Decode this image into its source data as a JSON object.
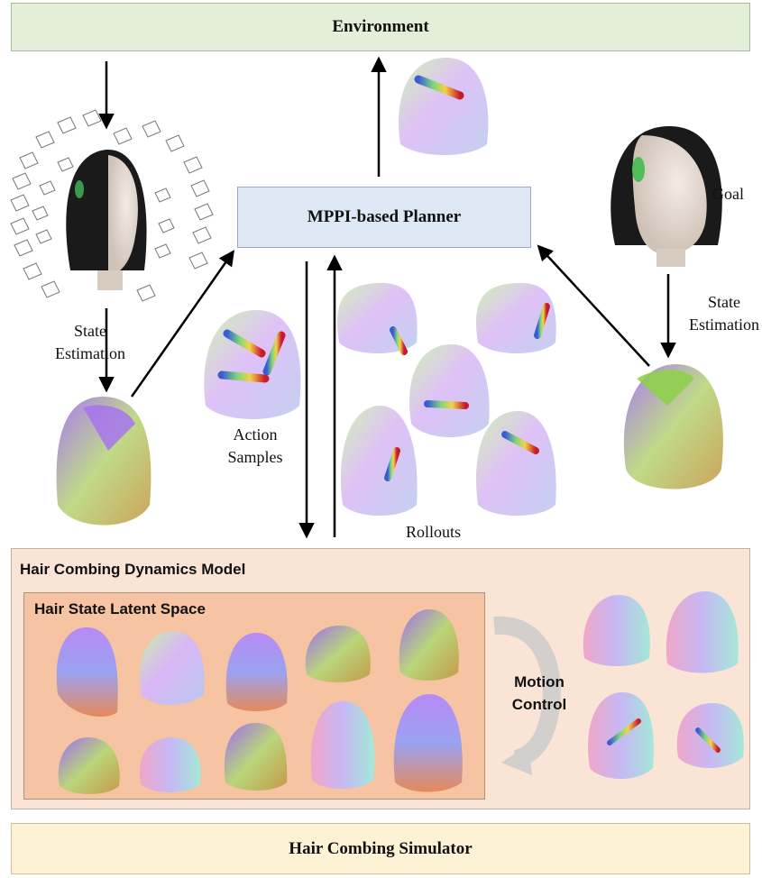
{
  "boxes": {
    "environment": "Environment",
    "planner": "MPPI-based Planner",
    "dynamics_model": "Hair Combing Dynamics Model",
    "latent_space": "Hair State Latent Space",
    "simulator": "Hair Combing Simulator"
  },
  "labels": {
    "state_estimation_left_1": "State",
    "state_estimation_left_2": "Estimation",
    "goal": "Goal",
    "state_estimation_right_1": "State",
    "state_estimation_right_2": "Estimation",
    "action_samples_1": "Action",
    "action_samples_2": "Samples",
    "rollouts": "Rollouts",
    "motion_control_1": "Motion",
    "motion_control_2": "Control"
  },
  "colors": {
    "environment": "#e3efd9",
    "planner": "#dde8f4",
    "dynamics": "#f9e4d6",
    "latent": "#f6c4a2",
    "simulator": "#fdf2d4",
    "arrow": "#000000"
  }
}
